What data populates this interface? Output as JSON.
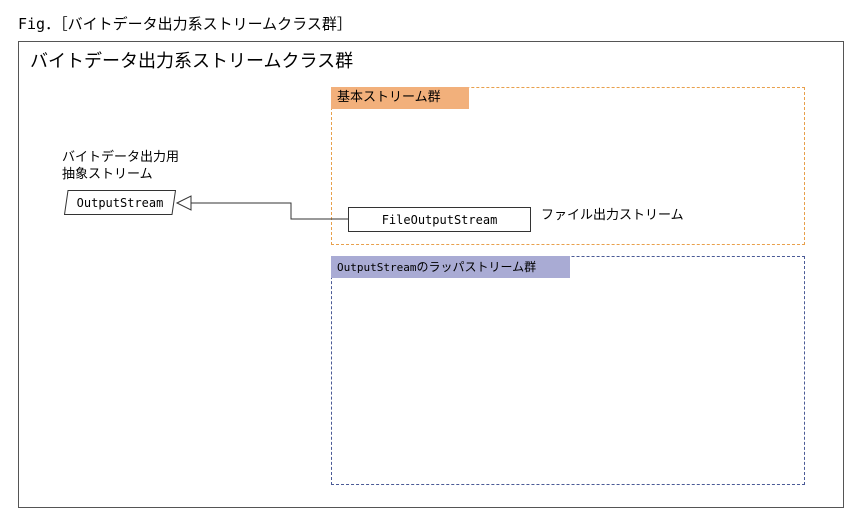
{
  "caption": "Fig．［バイトデータ出力系ストリームクラス群］",
  "frame": {
    "title": "バイトデータ出力系ストリームクラス群"
  },
  "groups": {
    "basic": {
      "label": "基本ストリーム群",
      "color": "#f2b07b",
      "border_color": "#e8a04c"
    },
    "wrapper": {
      "label_mono": "OutputStream",
      "label_rest": "のラッパストリーム群",
      "color": "#a9abd4",
      "border_color": "#4a5a96"
    }
  },
  "abstract_class": {
    "label_line1": "バイトデータ出力用",
    "label_line2": "抽象ストリーム",
    "name": "OutputStream"
  },
  "concrete_class": {
    "name": "FileOutputStream",
    "description": "ファイル出力ストリーム"
  },
  "relation": {
    "type": "inheritance",
    "from": "FileOutputStream",
    "to": "OutputStream"
  }
}
